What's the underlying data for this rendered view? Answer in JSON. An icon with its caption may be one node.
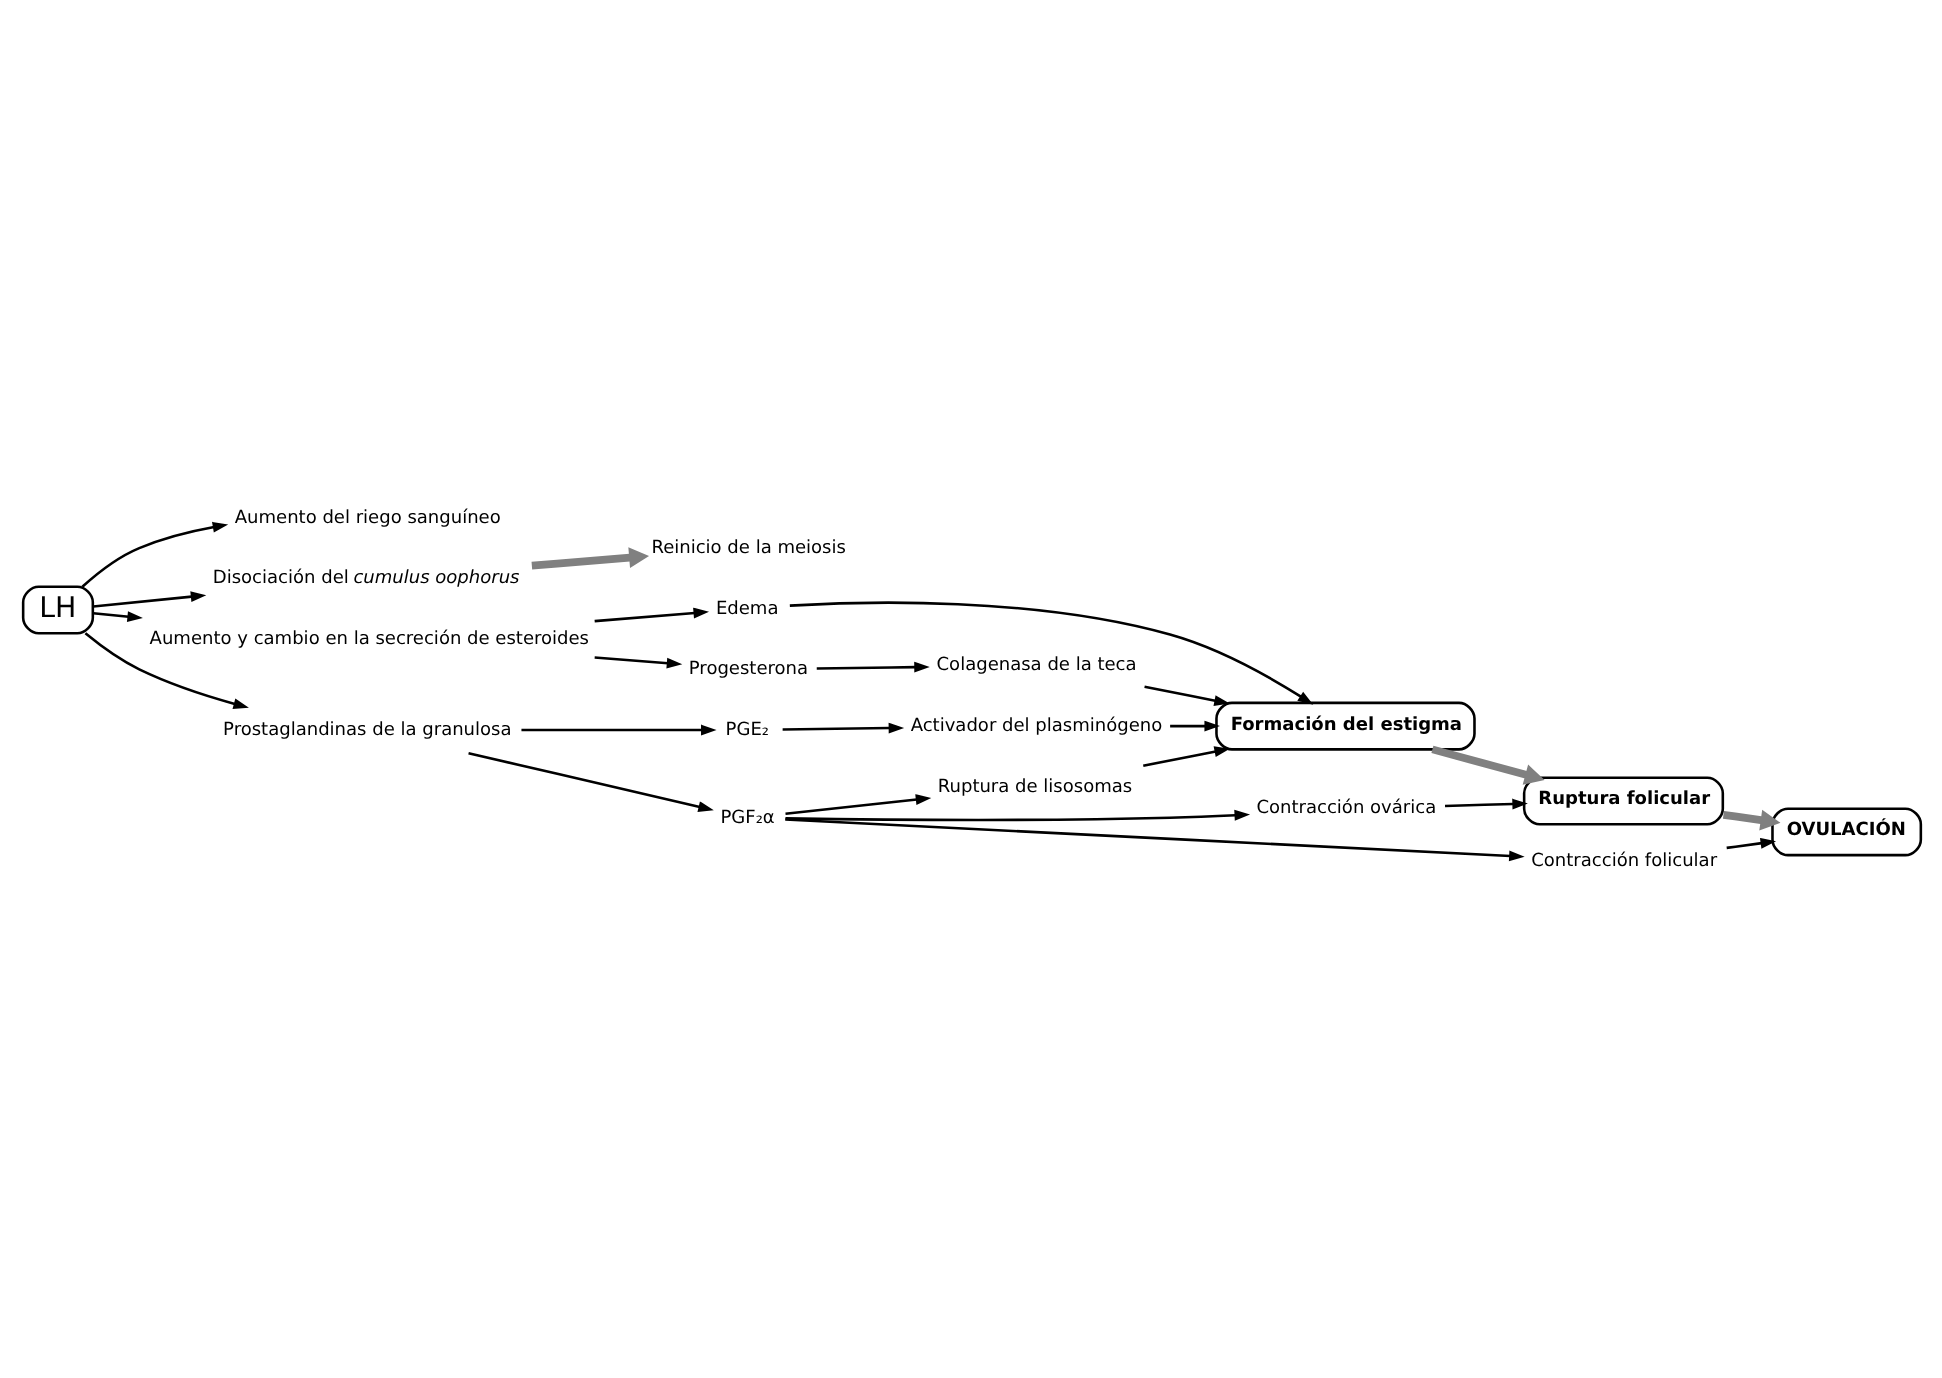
{
  "diagram": {
    "nodes": [
      {
        "text": [
          "LH"
        ]
      },
      {
        "text": [
          "Aumento del riego sanguíneo"
        ]
      },
      {
        "text": [
          "Disociación del *cumulus oophorus*"
        ]
      },
      {
        "text": [
          "Reinicio de la meiosis"
        ]
      },
      {
        "text": [
          "Aumento y cambio en la secreción de esteroides"
        ]
      },
      {
        "text": [
          "Edema"
        ]
      },
      {
        "text": [
          "Progesterona"
        ]
      },
      {
        "text": [
          "Colagenasa de la teca"
        ]
      },
      {
        "text": [
          "Formación del estigma"
        ]
      },
      {
        "text": [
          "Prostaglandinas de la granulosa"
        ]
      },
      {
        "text": [
          "PGE₂"
        ]
      },
      {
        "text": [
          "Activador del plasminógeno"
        ]
      },
      {
        "text": [
          "Ruptura folicular"
        ]
      },
      {
        "text": [
          "PGF₂α"
        ]
      },
      {
        "text": [
          "Ruptura de lisosomas"
        ]
      },
      {
        "text": [
          "Contracción ovárica"
        ]
      },
      {
        "text": [
          "Contracción folicular"
        ]
      },
      {
        "text": [
          "OVULACIÓN"
        ]
      }
    ],
    "edges": [
      {
        "from": 0,
        "to": 1,
        "arrow": "to"
      },
      {
        "from": 0,
        "to": 2,
        "arrow": "to"
      },
      {
        "from": 0,
        "to": 4,
        "arrow": "to"
      },
      {
        "from": 0,
        "to": 9,
        "arrow": "to"
      },
      {
        "from": 2,
        "to": 3,
        "arrow": "to",
        "style": "thick",
        "color": "#808080"
      },
      {
        "from": 4,
        "to": 5,
        "arrow": "to"
      },
      {
        "from": 4,
        "to": 6,
        "arrow": "to"
      },
      {
        "from": 5,
        "to": 8,
        "arrow": "to"
      },
      {
        "from": 6,
        "to": 7,
        "arrow": "to"
      },
      {
        "from": 7,
        "to": 8,
        "arrow": "to"
      },
      {
        "from": 9,
        "to": 10,
        "arrow": "to"
      },
      {
        "from": 9,
        "to": 13,
        "arrow": "to"
      },
      {
        "from": 10,
        "to": 11,
        "arrow": "to"
      },
      {
        "from": 11,
        "to": 8,
        "arrow": "to"
      },
      {
        "from": 13,
        "to": 14,
        "arrow": "to"
      },
      {
        "from": 13,
        "to": 15,
        "arrow": "to"
      },
      {
        "from": 13,
        "to": 16,
        "arrow": "to"
      },
      {
        "from": 14,
        "to": 8,
        "arrow": "to"
      },
      {
        "from": 15,
        "to": 12,
        "arrow": "to"
      },
      {
        "from": 16,
        "to": 17,
        "arrow": "to"
      },
      {
        "from": 8,
        "to": 12,
        "arrow": "to",
        "style": "thick",
        "color": "#808080"
      },
      {
        "from": 12,
        "to": 17,
        "arrow": "to",
        "style": "thick",
        "color": "#808080"
      }
    ]
  }
}
